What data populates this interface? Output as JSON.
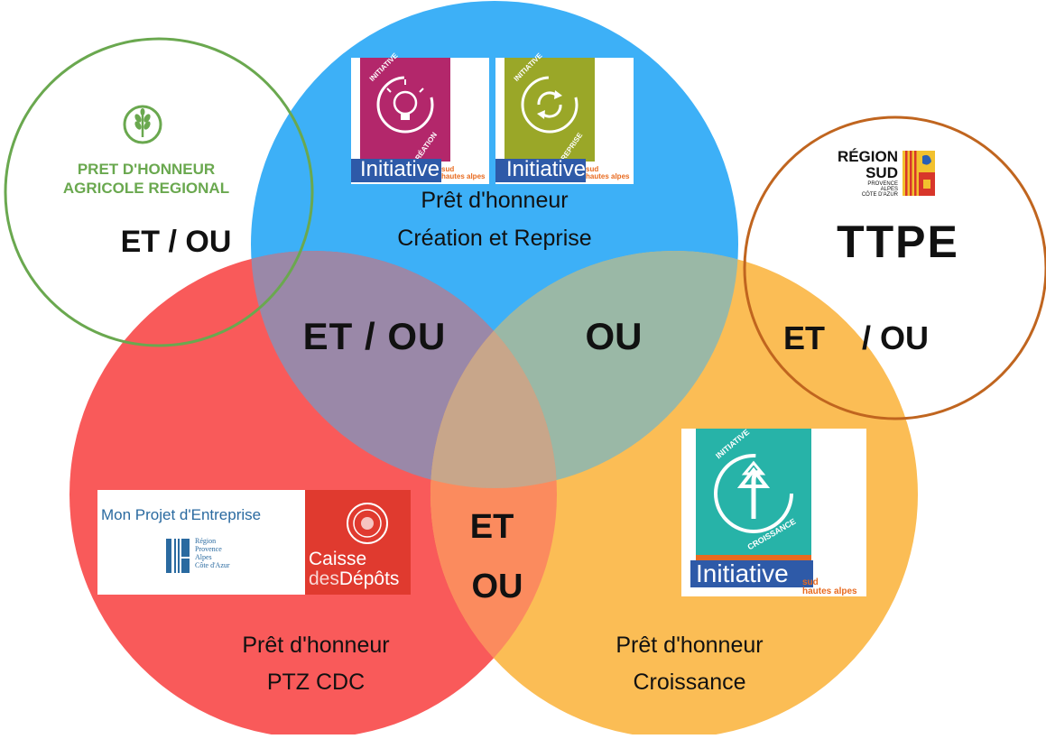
{
  "colors": {
    "blue": "#3db0f7",
    "red": "#f95a5a",
    "orange": "#fbbd55",
    "overlap_blue_red": "#9a88a8",
    "overlap_blue_orange": "#9ab8a6",
    "overlap_red_orange": "#fb8b5e",
    "center": "#c8a68a",
    "green_ring": "#6aa84f",
    "brown_ring": "#c0651f"
  },
  "circles": {
    "top": {
      "title": "Prêt d'honneur",
      "subtitle": "Création et Reprise"
    },
    "bottom_left": {
      "title": "Prêt d'honneur",
      "subtitle": "PTZ CDC"
    },
    "bottom_right": {
      "title": "Prêt d'honneur",
      "subtitle": "Croissance"
    }
  },
  "overlaps": {
    "top_left": "ET / OU",
    "top_right": "OU",
    "bottom_line1": "ET",
    "bottom_line2": "OU"
  },
  "side_left": {
    "logo_text_line1": "PRET D'HONNEUR",
    "logo_text_line2": "AGRICOLE REGIONAL",
    "connector": "ET / OU"
  },
  "side_right": {
    "logo_region_line1": "RÉGION",
    "logo_region_line2": "SUD",
    "logo_region_small1": "PROVENCE",
    "logo_region_small2": "ALPES",
    "logo_region_small3": "CÔTE D'AZUR",
    "title": "TTPE",
    "connector_et": "ET",
    "connector_ou": "/ OU"
  },
  "logos": {
    "initiative_creation": {
      "badge_top": "INITIATIVE",
      "badge_bottom": "CRÉATION",
      "brand": "Initiative",
      "tag1": "sud",
      "tag2": "hautes alpes"
    },
    "initiative_reprise": {
      "badge_top": "INITIATIVE",
      "badge_bottom": "REPRISE",
      "brand": "Initiative",
      "tag1": "sud",
      "tag2": "hautes alpes"
    },
    "initiative_croissance": {
      "badge_top": "INITIATIVE",
      "badge_bottom": "CROISSANCE",
      "brand": "Initiative",
      "tag1": "sud",
      "tag2": "hautes alpes"
    },
    "mon_projet": {
      "title": "Mon Projet d'Entreprise",
      "region1": "Région",
      "region2": "Provence",
      "region3": "Alpes",
      "region4": "Côte d'Azur"
    },
    "caisse_depots": {
      "line1": "Caisse",
      "line2_a": "des",
      "line2_b": "Dépôts"
    }
  }
}
